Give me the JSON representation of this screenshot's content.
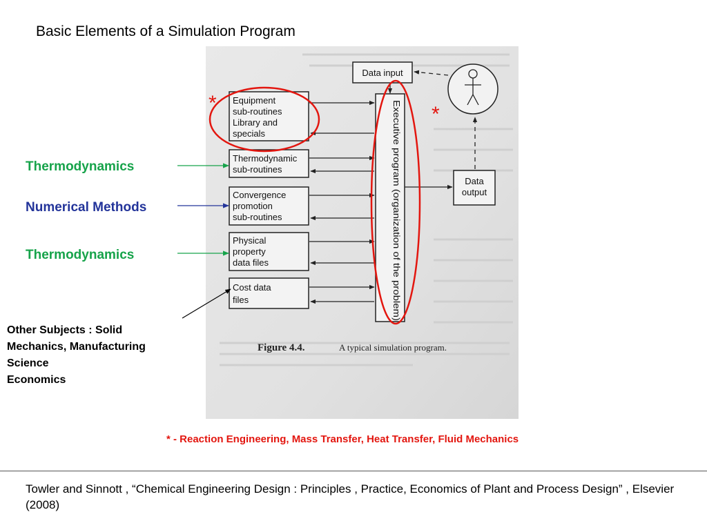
{
  "title": "Basic Elements of a Simulation Program",
  "labels": {
    "thermo_1": "Thermodynamics",
    "numerical": "Numerical Methods",
    "thermo_2": "Thermodynamics",
    "other_lines": [
      "Other Subjects : Solid",
      "Mechanics, Manufacturing",
      "Science",
      "Economics"
    ]
  },
  "footnote": "* - Reaction Engineering, Mass Transfer, Heat Transfer, Fluid Mechanics",
  "citation": "Towler and Sinnott , “Chemical Engineering Design : Principles , Practice, Economics of Plant and Process Design” , Elsevier (2008)",
  "scan": {
    "data_input": "Data input",
    "data_output": [
      "Data",
      "output"
    ],
    "executive": "Executive program (organization of the problem)",
    "boxes": [
      [
        "Equipment",
        "sub-routines",
        "Library and",
        "specials"
      ],
      [
        "Thermodynamic",
        "sub-routines"
      ],
      [
        "Convergence",
        "promotion",
        "sub-routines"
      ],
      [
        "Physical",
        "property",
        "data files"
      ],
      [
        "Cost data",
        "files"
      ]
    ],
    "figure_label": "Figure 4.4.",
    "figure_caption": "A typical simulation program."
  },
  "annotations": {
    "asterisk": "*"
  },
  "colors": {
    "green": "#16a34a",
    "navy": "#23349a",
    "red": "#e3160f",
    "scan_bg": "#e6e6e6"
  }
}
